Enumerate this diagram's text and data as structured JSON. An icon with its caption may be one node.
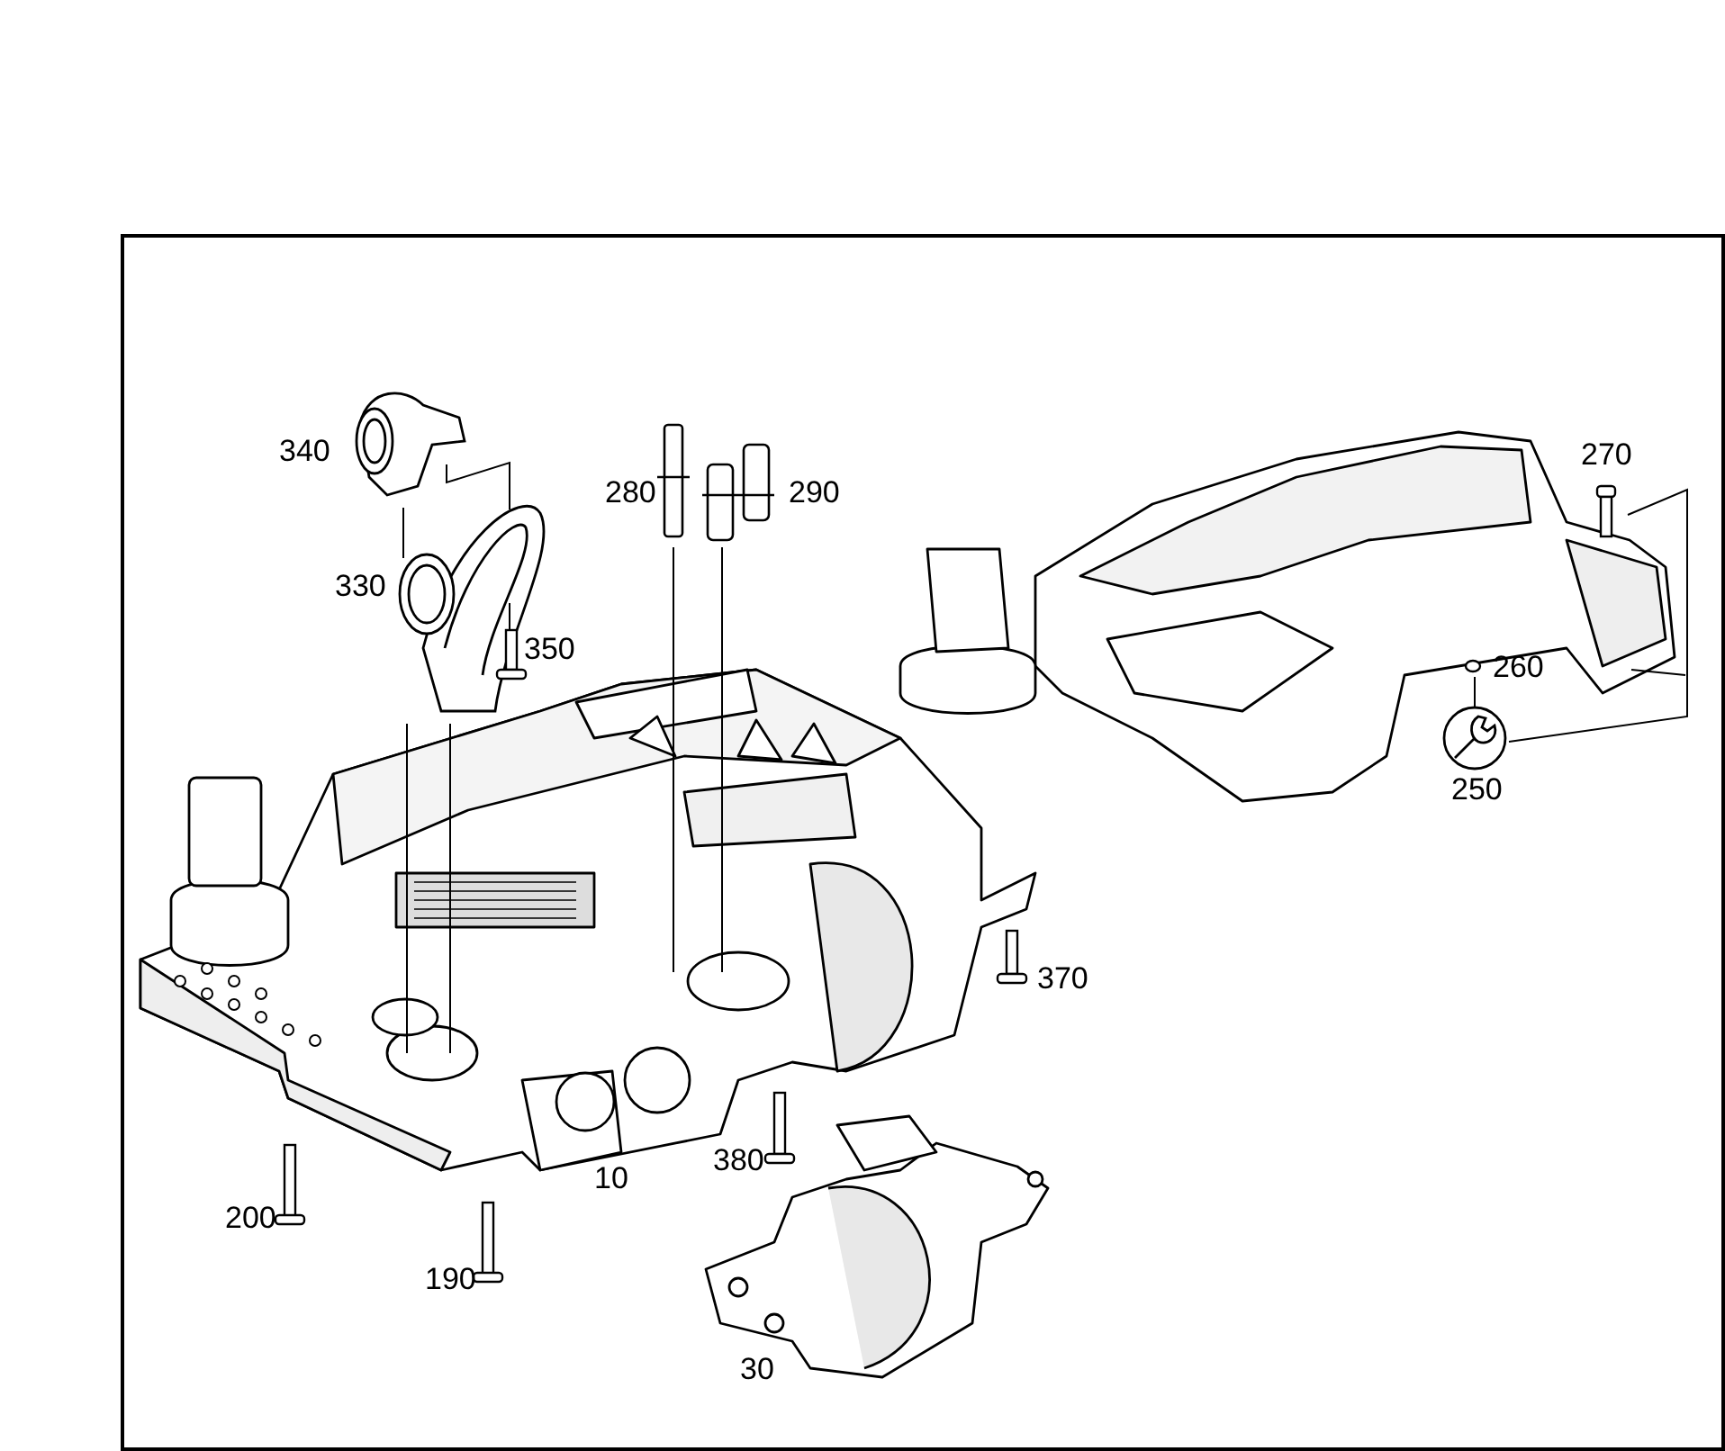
{
  "diagram": {
    "labels": [
      "340",
      "280",
      "290",
      "270",
      "330",
      "350",
      "260",
      "250",
      "370",
      "10",
      "380",
      "200",
      "190",
      "30"
    ]
  }
}
